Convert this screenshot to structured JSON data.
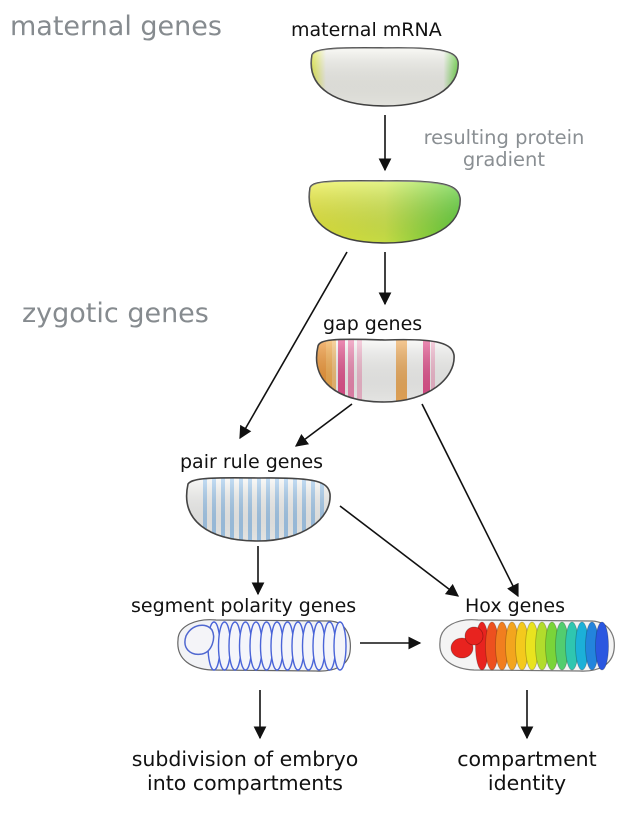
{
  "sections": {
    "maternal": "maternal genes",
    "zygotic": "zygotic genes"
  },
  "nodes": {
    "maternal_mrna": "maternal mRNA",
    "gap_genes": "gap genes",
    "pair_rule_genes": "pair rule genes",
    "segment_polarity_genes": "segment polarity genes",
    "hox_genes": "Hox genes"
  },
  "annotations": {
    "protein_gradient_line1": "resulting protein",
    "protein_gradient_line2": "gradient"
  },
  "outcomes": {
    "subdivision_line1": "subdivision of embryo",
    "subdivision_line2": "into compartments",
    "identity_line1": "compartment",
    "identity_line2": "identity"
  },
  "colors": {
    "anterior": "#e7f03a",
    "posterior": "#63d63a",
    "gap_stripe": "#e0327a",
    "gap_orange": "#f08a1c",
    "pair_rule_stripe": "#9cc8ef",
    "segment_polarity": "#4a64d8",
    "hox_spectrum": [
      "#e8231f",
      "#f3901f",
      "#f4e51c",
      "#6fd23c",
      "#19c2d6",
      "#2a57e0"
    ]
  }
}
